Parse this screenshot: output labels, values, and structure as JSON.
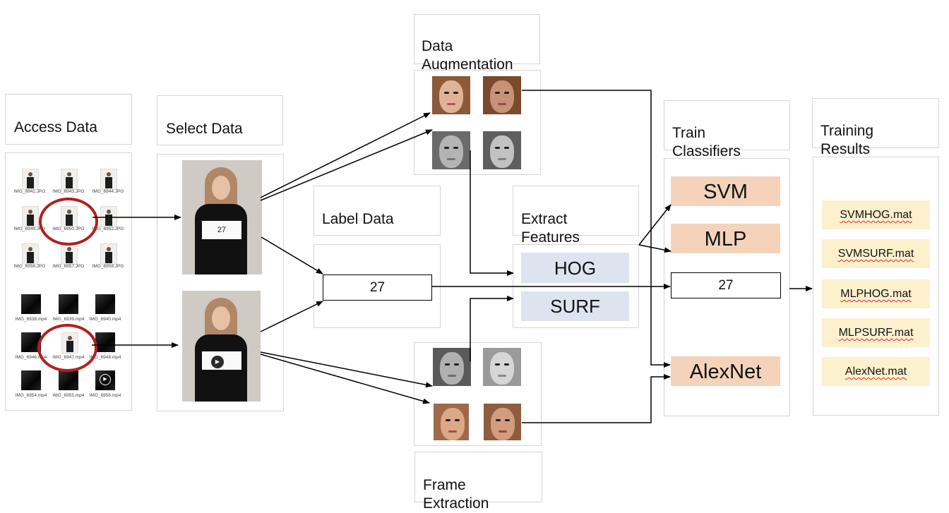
{
  "stages": {
    "access_data": "Access Data",
    "select_data": "Select Data",
    "data_augmentation": "Data\nAugmentation",
    "label_data": "Label Data",
    "extract_features": "Extract\nFeatures",
    "train_classifiers": "Train\nClassifiers",
    "training_results": "Training\nResults",
    "frame_extraction": "Frame\nExtraction"
  },
  "files": {
    "images": [
      "IMG_6942.JPG",
      "IMG_6943.JPG",
      "IMG_6944.JPG",
      "IMG_6949.JPG",
      "IMG_6950.JPG",
      "IMG_6952.JPG",
      "IMG_6956.JPG",
      "IMG_6957.JPG",
      "IMG_6958.JPG"
    ],
    "videos": [
      "IMG_6938.mp4",
      "IMG_6939.mp4",
      "IMG_6940.mp4",
      "IMG_6946.mp4",
      "IMG_6947.mp4",
      "IMG_6948.mp4",
      "IMG_6954.mp4",
      "IMG_6955.mp4",
      "IMG_6956.mp4"
    ]
  },
  "select_data": {
    "sign_number": "27"
  },
  "label_value": "27",
  "features": [
    "HOG",
    "SURF"
  ],
  "classifiers": [
    "SVM",
    "MLP",
    "AlexNet"
  ],
  "classifier_label": "27",
  "results": [
    "SVMHOG.mat",
    "SVMSURF.mat",
    "MLPHOG.mat",
    "MLPSURF.mat",
    "AlexNet.mat"
  ],
  "colors": {
    "feature_fill": "#dde4ef",
    "classifier_fill": "#f5d3bb",
    "result_fill": "#fcf1cc",
    "highlight_circle": "#b02020",
    "panel_border": "#d6d6d6"
  }
}
